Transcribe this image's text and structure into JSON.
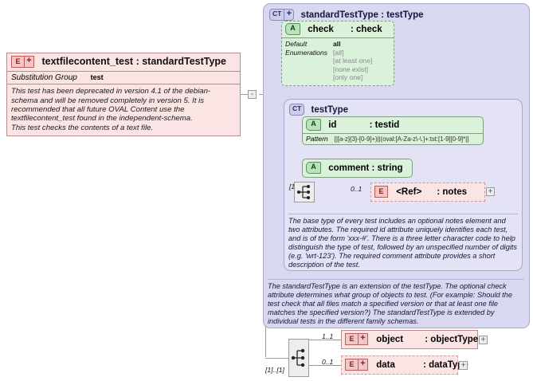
{
  "root_element": {
    "icon": "element-plus-icon",
    "title": "textfilecontent_test : standardTestType",
    "substitution_group_label": "Substitution Group",
    "substitution_group_value": "test",
    "documentation": [
      "This test has been deprecated in version 4.1 of the debian-schema and will be removed completely in version 5.  It is recommended that all future OVAL Content use the textfilecontent_test found in the independent-schema.",
      "This test checks the contents of a text file."
    ]
  },
  "outer_type": {
    "icon": "complextype-plus-icon",
    "icon_label": "CT",
    "title": "standardTestType : testType",
    "documentation": "The standardTestType is an extension of the testType.  The optional check attribute determines what group of objects to test.  (For example: Should the test check that all files match a specified version or that at least one file matches the specified version?)  The standardTestType is extended by individual tests in the different family schemas."
  },
  "check_attribute": {
    "icon": "attribute-icon",
    "icon_label": "A",
    "name": "check",
    "type": ": check",
    "facets": [
      {
        "key": "Default",
        "values": [
          "all"
        ],
        "strong": true
      },
      {
        "key": "Enumerations",
        "values": [
          "[all]",
          "[at least one]",
          "[none exist]",
          "[only one]"
        ],
        "strong": false
      }
    ],
    "required": false
  },
  "inner_type": {
    "icon": "complextype-icon",
    "icon_label": "CT",
    "title": "testType",
    "documentation": "The base type of every test includes an optional notes element and two attributes.  The required id attribute uniquely identifies each test, and is of the form 'xxx-#'.  There is a three letter character code to help distinguish the type of test, followed by an unspecified number of digits (e.g. 'wrt-123').  The required comment attribute provides a short description of the test."
  },
  "id_attribute": {
    "icon_label": "A",
    "name": "id",
    "type": ": testid",
    "facet_key": "Pattern",
    "facet_value": "[|[a-z]{3}-[0-9]+)||(oval:[A-Za-z\\-\\.]+:tst:[1-9][0-9]*|]"
  },
  "comment_attribute": {
    "icon_label": "A",
    "name": "comment : string"
  },
  "notes_element": {
    "icon_label": "E",
    "name": "<Ref>",
    "type": ": notes",
    "occurrence": "0..1",
    "compositor_occurrence": "[1]..[1]",
    "expand": "+"
  },
  "object_element": {
    "icon_label": "E",
    "plus": "+",
    "name": "object",
    "type": ": objectType",
    "occurrence": "1..1",
    "expand": "+"
  },
  "data_element": {
    "icon_label": "E",
    "plus": "+",
    "name": "data",
    "type": ": dataType",
    "occurrence": "0..1",
    "expand": "+"
  },
  "bottom_compositor": {
    "occurrence": "[1]..[1]",
    "kind": "sequence"
  },
  "root_expand": "-",
  "colors": {
    "element_fill": "#fbe4e4",
    "element_border": "#b88c8c",
    "complextype_fill": "#d8d8f0",
    "complextype_inner_fill": "#e3e3f5",
    "complextype_border": "#a9a9cc",
    "attribute_fill": "#d9f2d9",
    "attribute_border": "#7f9f7f",
    "connector": "#9b9b9b"
  }
}
